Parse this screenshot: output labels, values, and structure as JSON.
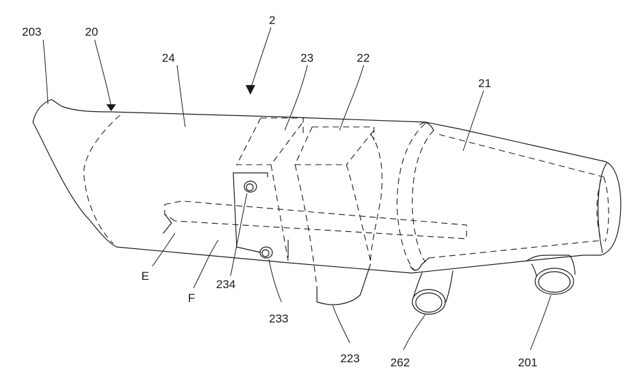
{
  "labels": {
    "l203": "203",
    "l20": "20",
    "l2": "2",
    "l24": "24",
    "l23": "23",
    "l22": "22",
    "l21": "21",
    "lE": "E",
    "lF": "F",
    "l234": "234",
    "l233": "233",
    "l223": "223",
    "l262": "262",
    "l201": "201"
  }
}
